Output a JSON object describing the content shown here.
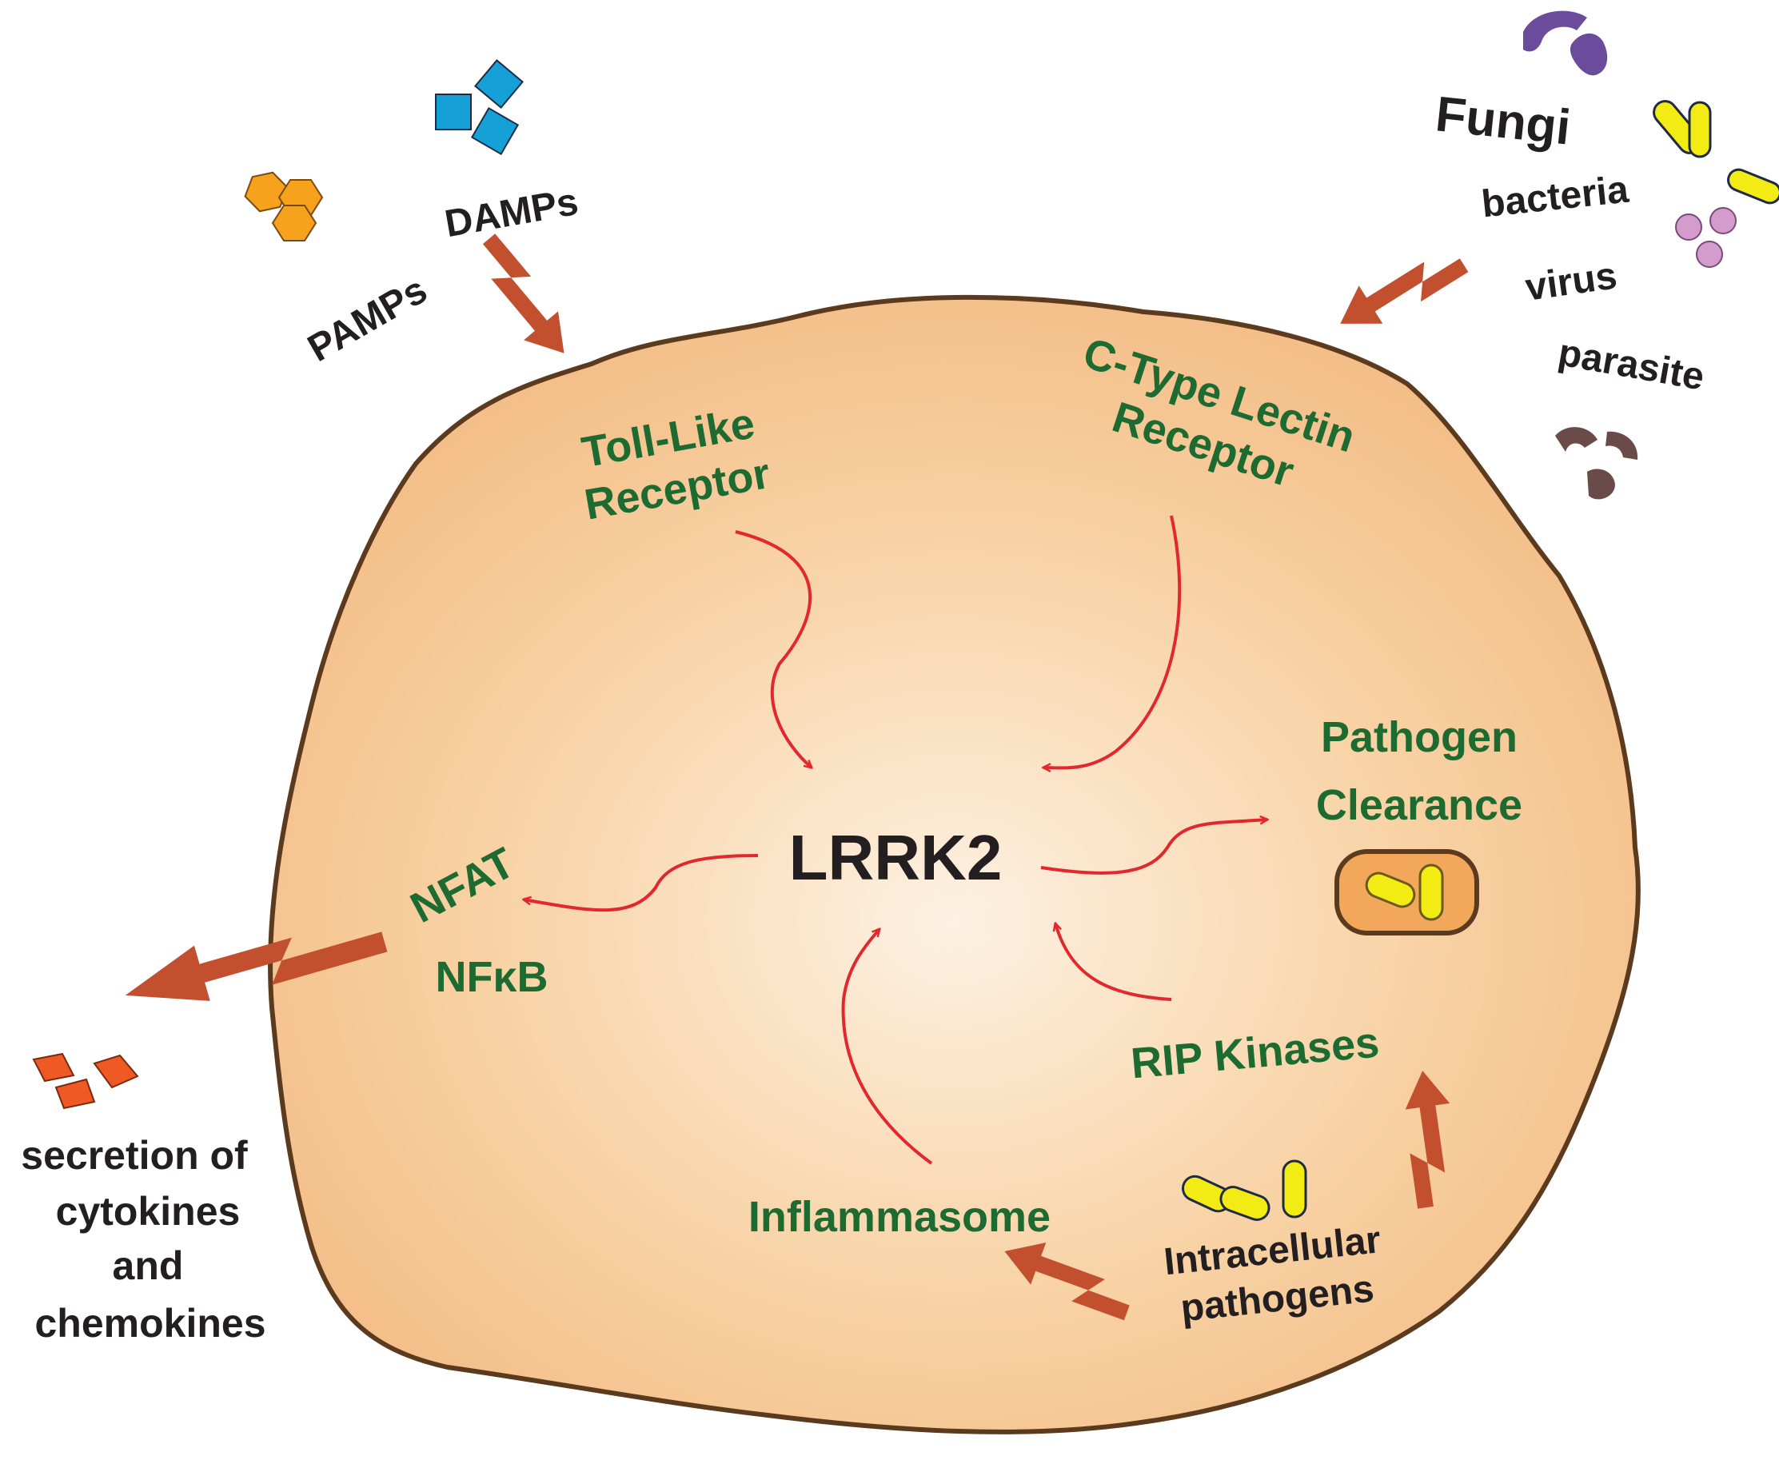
{
  "center": {
    "label": "LRRK2"
  },
  "receptors": {
    "tlr": {
      "line1": "Toll-Like",
      "line2": "Receptor"
    },
    "clr": {
      "line1": "C-Type Lectin",
      "line2": "Receptor"
    }
  },
  "inputs": {
    "damps": "DAMPs",
    "pamps": "PAMPs",
    "fungi": "Fungi",
    "bacteria": "bacteria",
    "virus": "virus",
    "parasite": "parasite"
  },
  "outputs": {
    "clearance": {
      "line1": "Pathogen",
      "line2": "Clearance"
    },
    "nfat": "NFAT",
    "nfkb": "NFκB",
    "secretion": [
      "secretion of",
      "cytokines",
      "and",
      "chemokines"
    ]
  },
  "upstream": {
    "rip": "RIP Kinases",
    "inflammasome": "Inflammasome",
    "intracellular": {
      "line1": "Intracellular",
      "line2": "pathogens"
    }
  },
  "colors": {
    "cell_fill": "#f6c48f",
    "cell_center": "#fdf1e2",
    "cell_border": "#5c3a1e",
    "label_green": "#1e6b32",
    "arrow_red": "#e0282e",
    "bolt": "#c2502f",
    "damps_icon": "#16a0d8",
    "pamps_icon": "#f6a21c",
    "bacteria_icon": "#f2ec14",
    "fungi_icon": "#6a4b9c",
    "virus_icon": "#d49ccc",
    "parasite_icon": "#6b4a4a",
    "cytokine_icon": "#ef5a24"
  },
  "icons": [
    "damps-square-icon",
    "pamps-hexagon-icon",
    "fungi-icon",
    "bacteria-rod-icon",
    "virus-sphere-icon",
    "parasite-icon",
    "cytokine-icon",
    "phagosome-icon"
  ]
}
